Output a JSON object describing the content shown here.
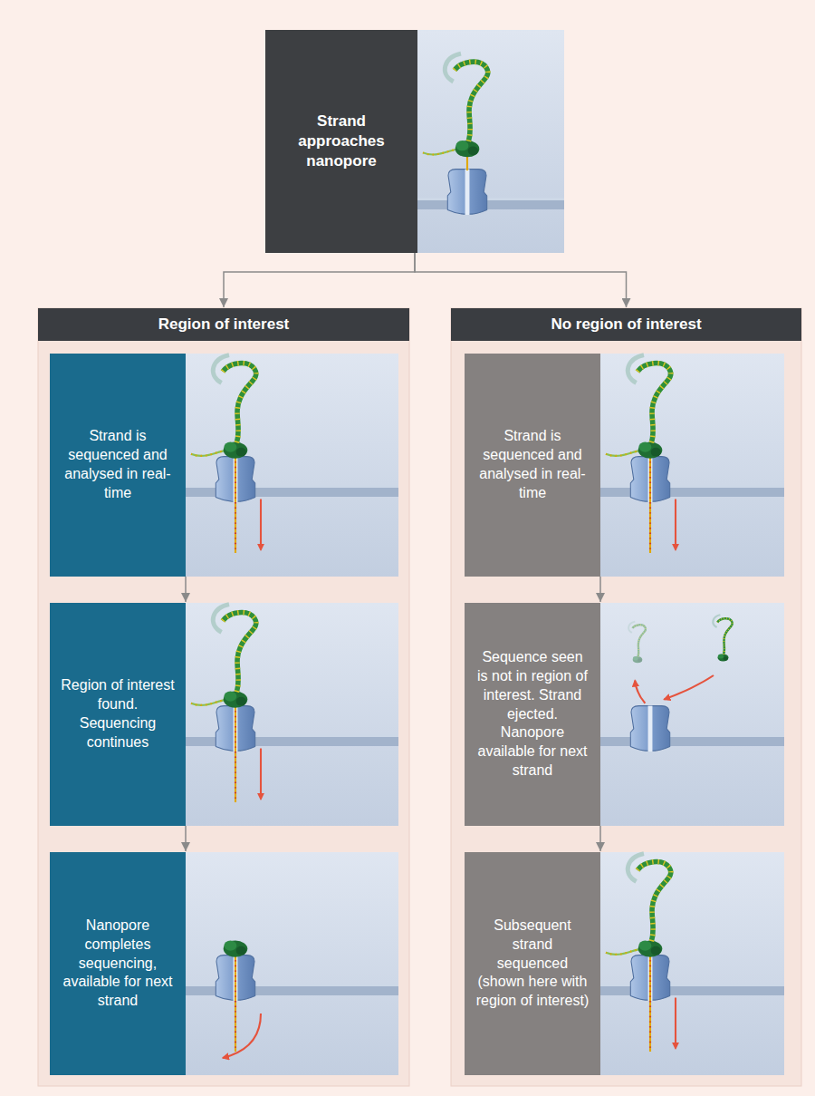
{
  "diagram": {
    "nodes": [
      {
        "text": [
          "Strand approaches nanopore"
        ]
      },
      {
        "text": [
          "Region of interest"
        ]
      },
      {
        "text": [
          "Strand is sequenced and analysed in real-time"
        ],
        "in": 1
      },
      {
        "text": [
          "Region of interest found. Sequencing continues"
        ],
        "in": 1
      },
      {
        "text": [
          "Nanopore completes sequencing, available for next strand"
        ],
        "in": 1
      },
      {
        "text": [
          "No region of interest"
        ]
      },
      {
        "text": [
          "Strand is sequenced and analysed in real-time"
        ],
        "in": 5
      },
      {
        "text": [
          "Sequence seen is not in region of interest. Strand ejected. Nanopore available for next strand"
        ],
        "in": 5
      },
      {
        "text": [
          "Subsequent strand sequenced (shown here with region of interest)"
        ],
        "in": 5
      }
    ],
    "edges": [
      {
        "from": 0,
        "to": 1,
        "arrow": "to"
      },
      {
        "from": 0,
        "to": 5,
        "arrow": "to"
      },
      {
        "from": 2,
        "to": 3,
        "arrow": "to"
      },
      {
        "from": 3,
        "to": 4,
        "arrow": "to"
      },
      {
        "from": 6,
        "to": 7,
        "arrow": "to"
      },
      {
        "from": 7,
        "to": 8,
        "arrow": "to"
      }
    ]
  }
}
